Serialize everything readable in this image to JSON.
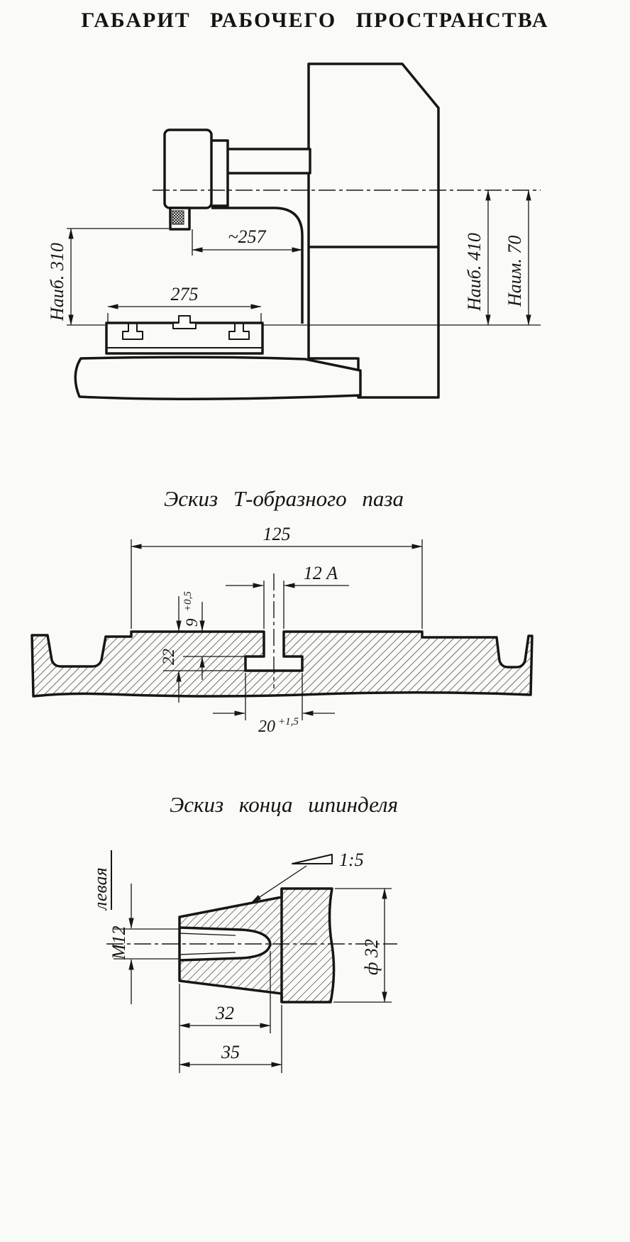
{
  "page": {
    "title": "ГАБАРИТ РАБОЧЕГО ПРОСТРАНСТВА"
  },
  "machine": {
    "dim_throat": "~257",
    "dim_table": "275",
    "dim_left_max": "Наиб. 310",
    "dim_right_max": "Наиб. 410",
    "dim_right_min": "Наим. 70"
  },
  "tslot": {
    "title": "Эскиз Т-образного паза",
    "dim_width": "125",
    "dim_slot": "12 А",
    "dim_depth_top": "9",
    "dim_depth_top_tol": "+0,5",
    "dim_depth_total": "22",
    "dim_bottom": "20",
    "dim_bottom_tol": "+1,5"
  },
  "spindle": {
    "title": "Эскиз конца шпинделя",
    "taper": "1:5",
    "thread": "М12",
    "thread_hand": "левая",
    "dim_diameter": "ф 32",
    "dim_thread_len": "32",
    "dim_total_len": "35"
  }
}
